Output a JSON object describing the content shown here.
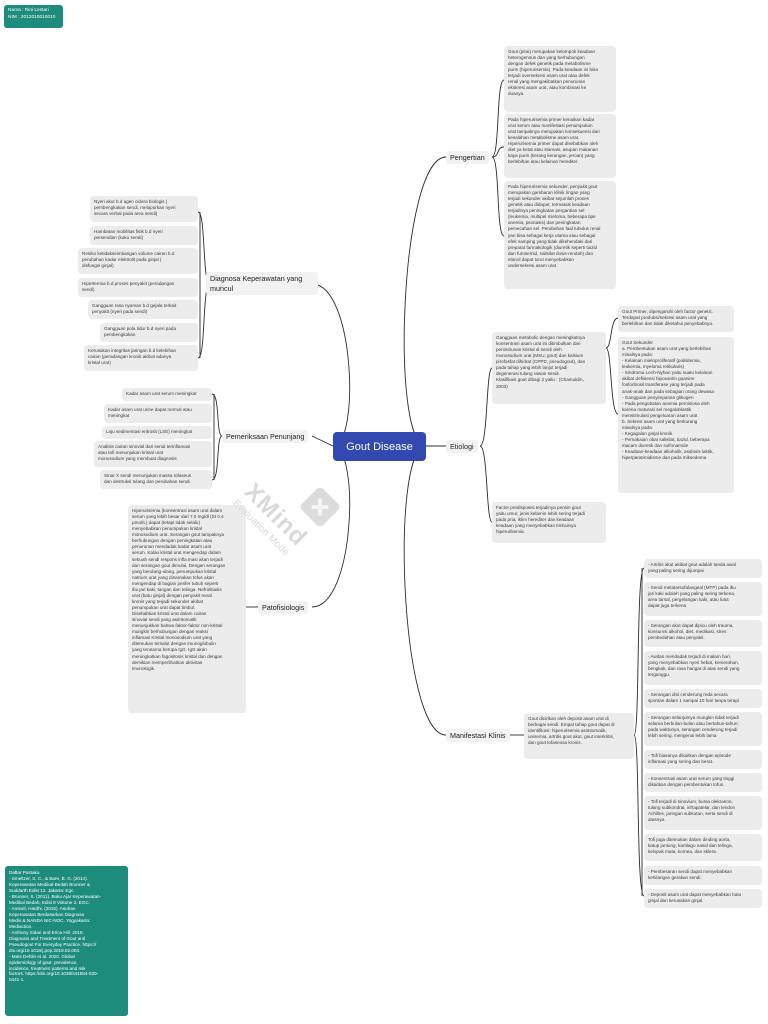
{
  "header": {
    "name": "Nama : Rini Lestari",
    "nim": "NIM : 2012010010010"
  },
  "central": "Gout Disease",
  "watermark": {
    "brand": "XMind",
    "sub": "Evaluation Mode"
  },
  "branches": {
    "pengertian": "Pengertian",
    "etiologi": "Etiologi",
    "manifestasi": "Manifestasi Klinis",
    "diagnosa": "Diagnosa Keperawatan yang\nmuncul",
    "pemeriksaan": "Pemeriksaan Penunjang",
    "patofisiologis": "Patofisiologis"
  },
  "pengertian": [
    "Gout (pirai) merupakan kelompok keadaan\nheterogenous dan yang berhubungan\ndengan defek genetik pada metabolisme\npurin (hiperurisemia). Pada keadaan ini bisa\nterjadi oversekresi asam urat atau defek\nrenal yang mengakibatkan penurunan\nekskresi asam urat, atau kombinasi ke\nduanya.",
    "Pada hiperurisemia primer kenaikan kadar\nurat serum atau manifestasi penumpukan\nurat tampaknya merupakan konsekuensi dari\nkesalahan metabolisme asam urat.\nHiperurisemia primer dapat disebabkan oleh\ndiet ya ketat atau starvasi, asupan makanan\nkaya purin (kerang kerangan, jeroan) yang\nberlebihan atau kelainan herediter.",
    "Pada hiperurisemia sekunder, penyakit gout\nmerupakan gambaran klinik ringan yang\nterjadi sekunder akibat sejumlah proses\ngenetik atau didapat, termasuk keadaan\nterjadinya peningkatan pergantian sel\n(leukemia, multipel mieloma, beberapa tipe\nanemia, psoriasis) dan peningkatan\npemecahan sel. Perubahan faal tubulus renal\nyan bisa sebagai kerja utama atau sebagai\nefek samping yang tidak dikehendaki dari\npreparat farmakologik (diuretik seperti tiazid\ndan furosemid, salisilat dosis-rendah) dan\netanol dapat turut menyebabkan\nundersekresi asam urat."
  ],
  "etiologi": {
    "main": "Gangguan metabolic dengan meningkatnya\nkonsentrasi asam urat ini ditimbulkan dari\npenimbunan kristal di sendi oleh\nmonosodium urat (MSU, gout) dan kalsium\npirofosfat dihidrat (CPPD, pseudogout), dan\npada tahap yang lebih lanjut terjadi\ndegenerasi tulang rawan sendi.\nKlasifikasi gout dibagi 2 yaitu : (Chairuddin,\n2003)",
    "primer": "Gout Primer, dipengaruhi oleh factor genetic.\nTerdapat produksi/sekresi asam urat yang\nberlebihan dan tidak diketahui penyebabnya.",
    "sekunder": "Gout Sekunder\na. Pembentukan asam urat yang berlebihan\n   misalnya pada:\n- Kelainan mieloproliferatif (polisitemia,\n  leukemia, myeloma retikularis)\n- Sindroma Lech-Nyhan yaitu suatu kelainan\n  akibat defisiensi hipoxantin guanine\n  fosforibosil transferase yang terjadi pada\n  anak-anak dan pada sebagian orang dewasa\n- Gangguan penyimpanan glikogen\n- Pada pengobatan anemia pernisiosa oleh\n  karena maturasi sel megaloblastik\n  menstimulasi pengeluaran asam urat\nb. Sekresi asam urat yang berkurang\n   misalnya pada:\n- Kegagalan ginjal kronik\n- Pemakaian obat salisilat, tiazid, beberapa\n  macam diuretik dan sulfonamide\n- Keadaan-keadaan alkoholik, asidosis laktik,\n  hiperparatiroidisme dan pada miksedema",
    "predisposisi": "Factor predisposisi terjadinya pensin gout\nyaitu umur, jenis kelamin lebih sering terjadi\npada pria, iklim herediter dan keadaan\nkeadaan yang menyebabkan timbulnya\nhiperurikemia."
  },
  "manifestasi": {
    "main": "Gout dicirikan oleh deposit asam urat di\nberbagai sendi. Empat tahap gout dapat di\nidentifikasi: hiperurisemia asimtomatik,\nunisemia, artritis gout akut, gout interkritis,\ndan gout tofaseosa kronis.",
    "items": [
      "- Artritis akut akibat gout adalah tanda awal\n  yang paling sering dijumpai",
      "- Sendi metatarsofalangeal (MTP) pada ibu\n  jari kaki adalah yang paling sering terkena,\n  area tarsal, pergelangan kaki, atau lutut\n  dapat juga terkena",
      "- Serangan akut dapat dipicu oleh trauma,\n  konsumsi alkohol, diet, medikasi, stres\n  pembedahan atau penyakit.",
      "- Awitan mendadak terjadi di malam hari,\n  yang menyebabkan nyeri hebat, kemerahan,\n  bengkak, dan rasa hangat di atas sendi yang\n  terganggu.",
      "- Serangan dini cenderung reda secara\n  spontan dalam 1 sampai 10 hari tanpa terapi",
      "- Serangan selanjutnya mungkin tidak terjadi\n  selama berbulan-bulan atau bertahun-tahun;\n  pada waktunya, serangan cenderung terjadi\n  lebih sering, mengenai lebih lama",
      "- Tofi biasanya dikaitkan dengan episode\n  inflamasi yang sering dan berat.",
      "- Konsentrasi asam urat serum yang tinggi\n  dikaitkan dengan pembentukan tofus.",
      "- Tofi terjadi di sinovium, bursa olekranon,\n  tulang subkondral, infrapatelar, dan tendon\n  Achilles, jaringan subkutan, serta sendi di\n  atasnya.",
      "Tofi juga ditemukan dalam dinding aorta,\nkatup jantung, kartilago nasal dan telinga,\nkelopak mata, kornea, dan sklera.",
      "- Pembesaran sendi dapat menyebabkan\n  kehilangan gerakan sendi.",
      "- Deposit asam urat dapat menyebabkan batu\n  ginjal dan kerusakan ginjal."
    ]
  },
  "diagnosa": [
    "Nyeri akut b.d agen cidera biologis (\npembengkakan sendi, melaporkan nyeri\nsecara verbal pada area sendi)",
    "Hambatan mobilitas fisik b.d nyeri\npersendian (kaku sendi)",
    "Resiko ketidakseimbangan volume cairan b.d\nperubahan kadar elektrolit pada ginjal (\ndisfungsi ginjal)",
    "Hipertermia b.d proses penyakit (peradangan\nsendi)",
    "Gangguan rasa nyaman b.d gejala terkait\npenyakit (nyeri pada sendi)",
    "Gangguan pola tidur b.d nyeri pada\npembengkakan",
    "Kerusakan integritas jaringan b.d kelebihan\ncairan (peradangan kronik akibat adanya\nkristal urat)"
  ],
  "pemeriksaan": [
    "Kadar asam urat serum meningkat",
    "Kadar asam urat urine dapat normal atau\nmeningkat",
    "Laju sedimentasi eritrosit (LSE) meningkat",
    "Analisis cairan sinovial dari sendi terinflamasi\natau tofi menunjukan kristal urat\nmonosodium yang membuat diagnosis",
    "Sinar X sendi menunjukan massa tofaseus\ndan destruksi tulang dan perubahan sendi."
  ],
  "patofisiologis": "Hiperurisemia (konsentrasi asam urat dalam\nserum yang lebih besar dari 7,0 mg/dl (St 0.4\nµmol/L) dapat (tetapi tidak selalu)\nmenyebabkan penumpukan kristal\nmonosodium urat. Serangan gout tampaknya\nberhubungan dengan peningkatan atau\npenurunan mendadak kadar asam urat\nserum. Kalau kristal urat mengendap dalam\nsebuah sendi respons infla masi akan terjadi\ndan serangan gout dimulai. Dengan serangan\nyang berulang-ulang, penumpukan kristal\nnatrium urat yang dinamakan tofus akan\nmengendap di bagian perifer tubuh seperti\nibu jari kaki, tangan dan telinga. Nefrolitiasis\nurat (batu ginjal) dengan penyakit renal\nkronis yang terjadi sekunder akibat\npenumpukan urat dapat timbul.\n     Disebabkan kristal urat dalam cairan\nsinovial sendi yang asimtomatik\nmenunjukkan bahwa faktor-faktor non-kristal\nmungkin berhubungan dengan reaksi\ninflamasi Kristal monosodium urat yang\nditemukan tersalut dengan imunoglobulin\nyang terutama berupa IgG. IgG akan\nmeningkatkan fagositosis kristal dan dengan\ndemikian memperlihatkan aktivitas\nimunologik.",
  "pustaka": "Daftar Pustaka\n- Smeltzer, S. C., & Bare, B. G. (2014).\nKeperawatan Medikal-Bedah Brunner &\nSuddarth Edisi 12. Jakarta: Egc.\n- Brunner, S. (2011). Buku Ajar Keperawatan-\nMedikal Bedah, Edisi 8 Volume 3. EGC.\n- Amindi, Hardhi. (2015). Asuhan\nKeperawatan Berdasarkan Diagnosa\nMedis & NANDA NIC-NOC. Yogyakarta:\nMediaction.\n- Anthony Sidari and Erica Hill. 2018.\nDiagnosis and Treatment of Gout and\nPseudogout For Everyday Practice. https://\ndoi.org/10.1016/j.pop.2018.02.004.\n- Mats Dehlin et al. 2020. Global\nepidemiology of gout: prevalence,\nincidence, treatment patterns and risk\nfactors. https://doi.org/10.1038/s41584-020-\n0441-1."
}
